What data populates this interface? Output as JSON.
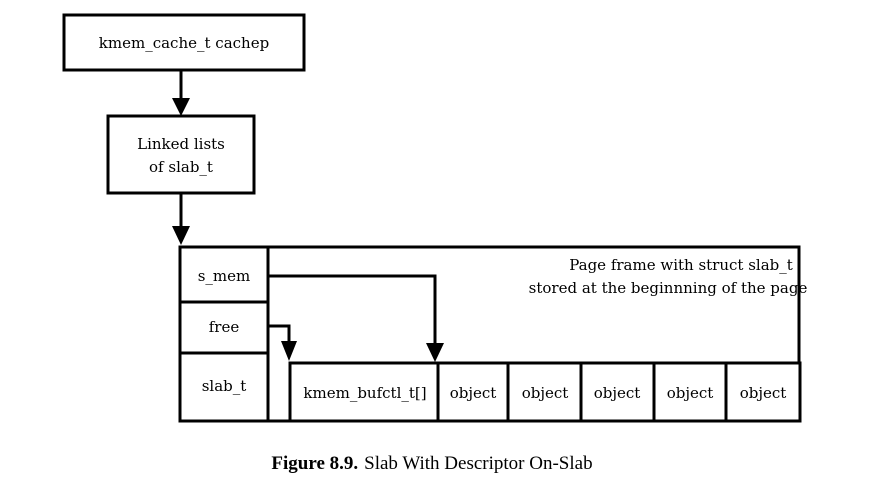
{
  "boxes": {
    "cachep": "kmem_cache_t cachep",
    "linked_lists_line1": "Linked lists",
    "linked_lists_line2": "of slab_t",
    "s_mem": "s_mem",
    "free": "free",
    "slab_t": "slab_t",
    "bufctl": "kmem_bufctl_t[]",
    "objects": [
      "object",
      "object",
      "object",
      "object",
      "object"
    ]
  },
  "page_frame_note": {
    "line1": "Page frame with struct slab_t",
    "line2": "stored at the beginnning of the page"
  },
  "caption": {
    "label": "Figure 8.9.",
    "title": "Slab With Descriptor On-Slab"
  }
}
